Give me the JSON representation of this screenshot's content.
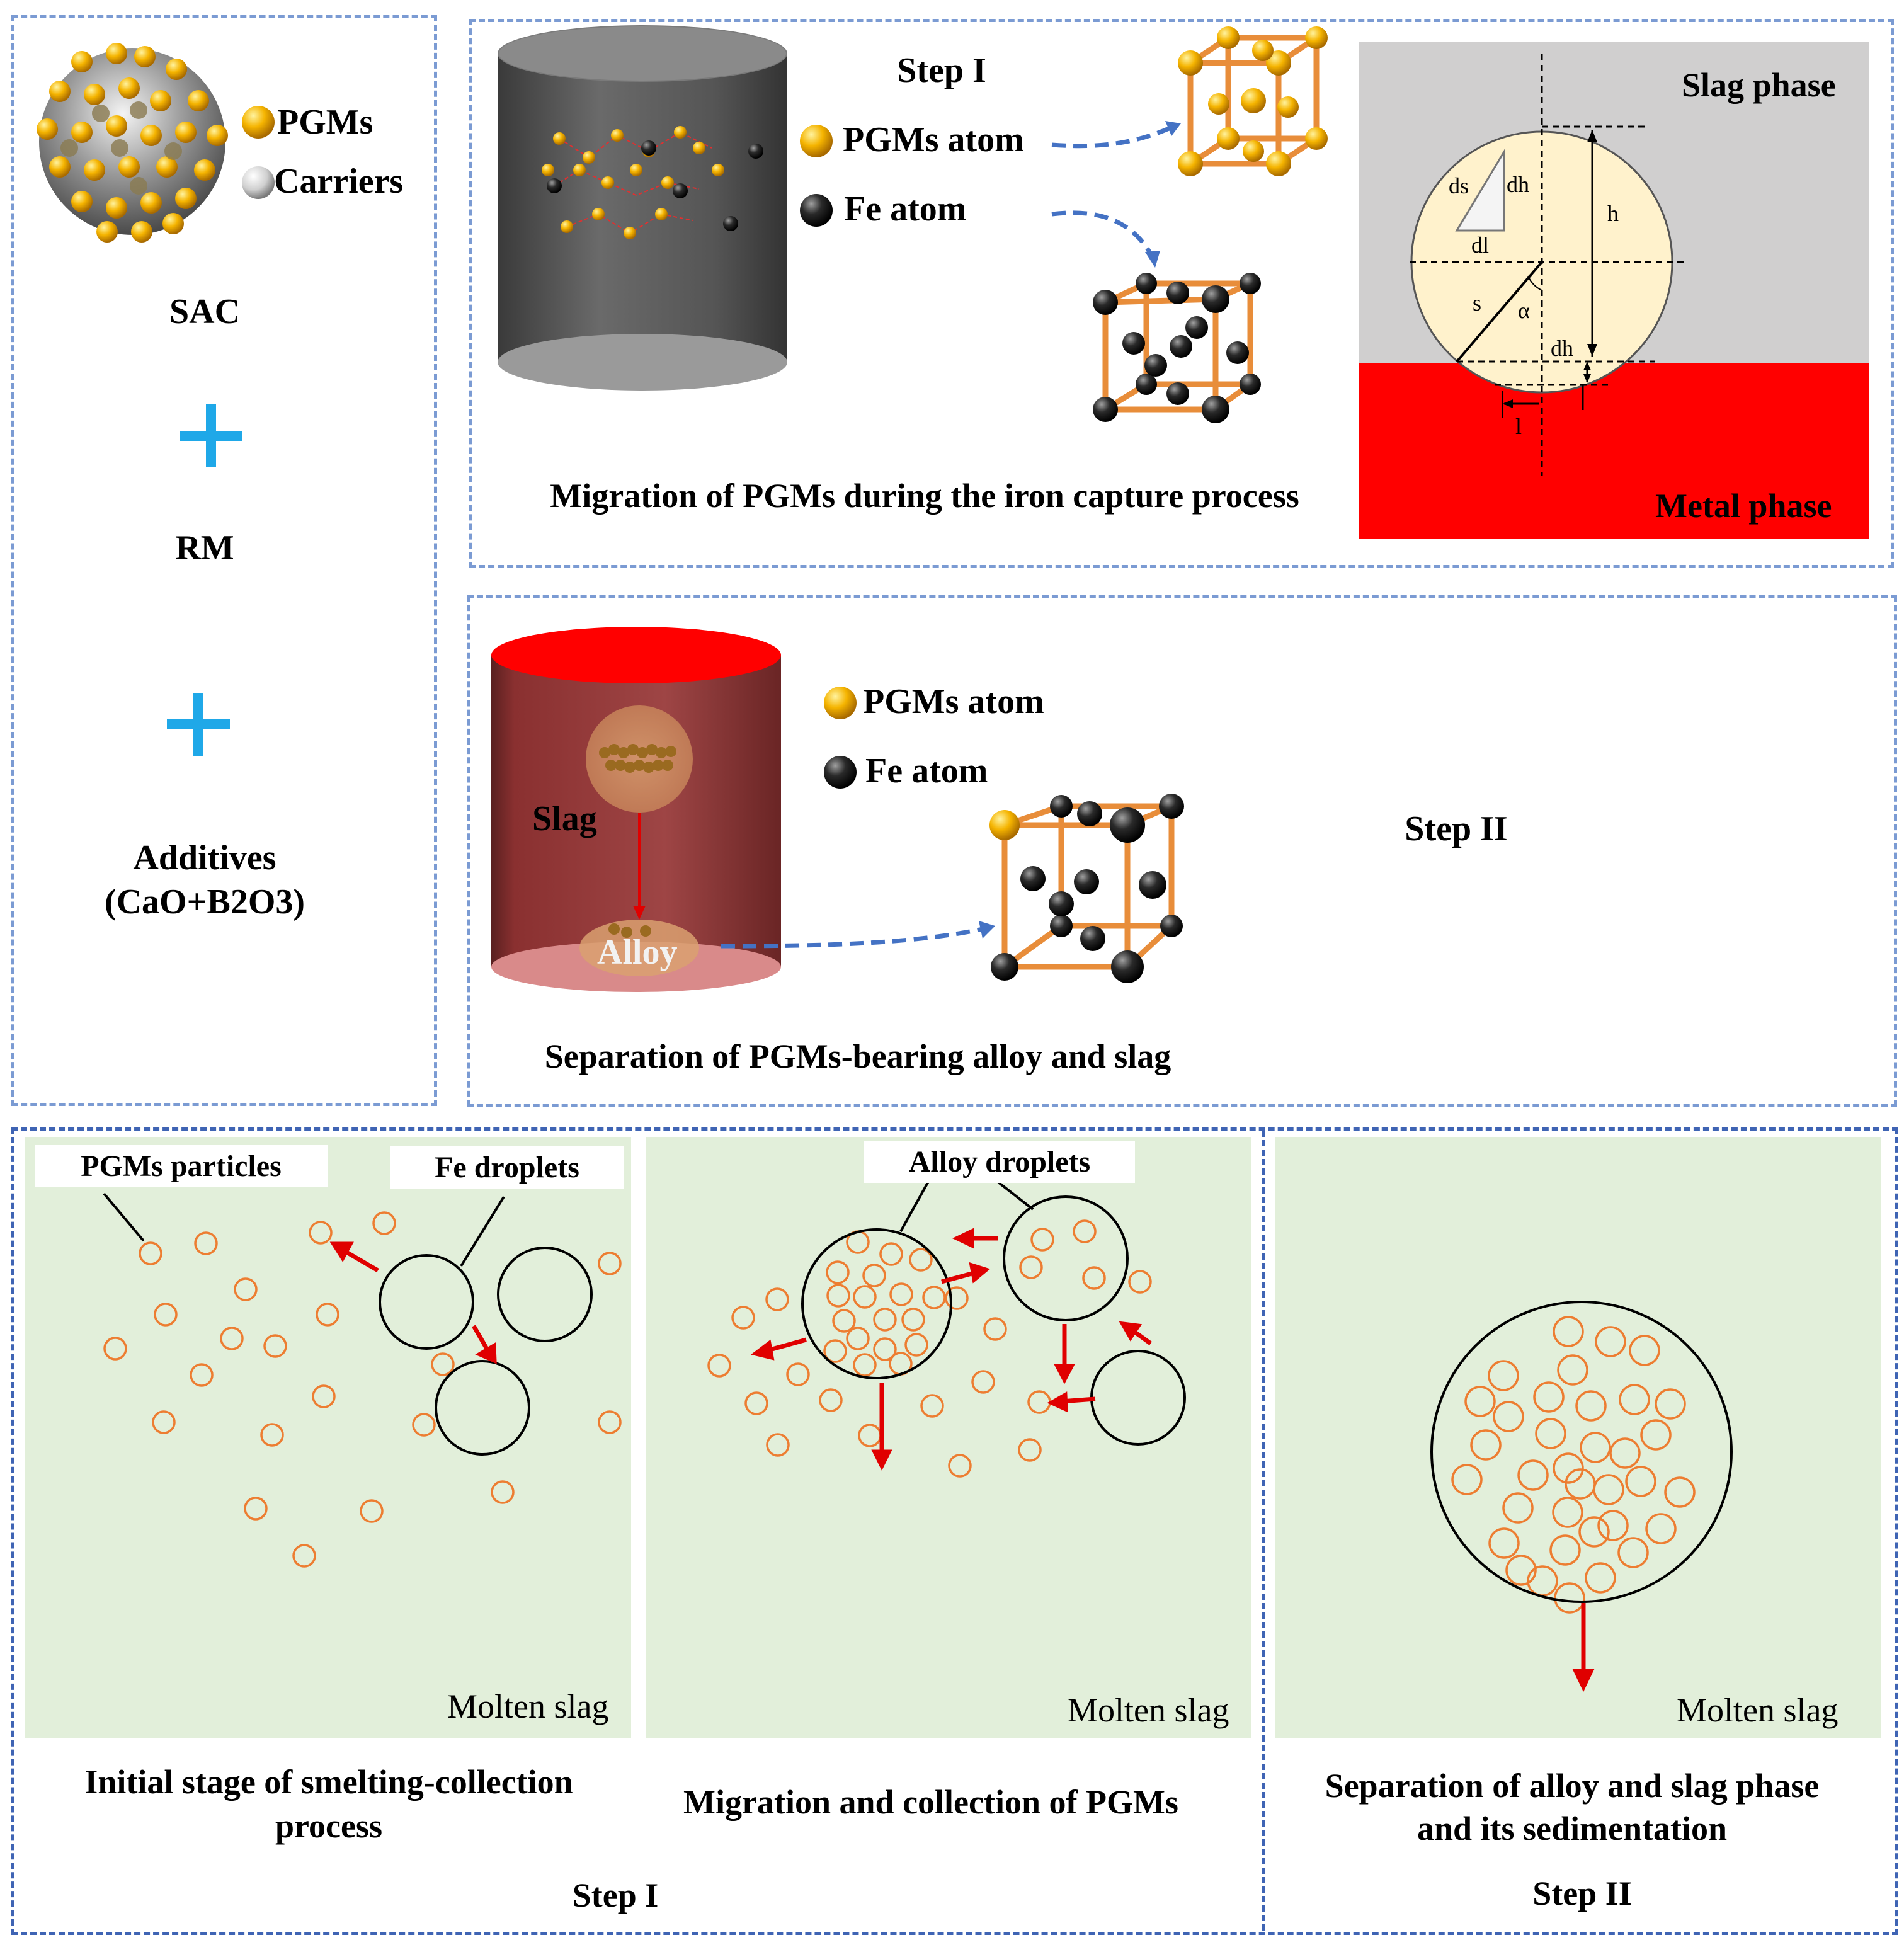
{
  "left_panel": {
    "legend_pgms": "PGMs",
    "legend_carriers": "Carriers",
    "sac": "SAC",
    "rm": "RM",
    "additives_line1": "Additives",
    "additives_line2": "(CaO+B2O3)",
    "plus_color": "#1fa8e8"
  },
  "top_right": {
    "step": "Step I",
    "pgms_atom": "PGMs atom",
    "fe_atom": "Fe atom",
    "caption": "Migration of PGMs during the iron capture process",
    "slag_phase": "Slag phase",
    "metal_phase": "Metal phase",
    "geom_labels": {
      "ds": "ds",
      "dh": "dh",
      "dl": "dl",
      "h": "h",
      "s": "s",
      "alpha": "α",
      "dh2": "dh",
      "l": "l"
    },
    "colors": {
      "slag": "#d0cfcf",
      "metal": "#ff0000",
      "droplet": "#fff2cc"
    }
  },
  "middle_right": {
    "pgms_atom": "PGMs atom",
    "fe_atom": "Fe atom",
    "slag": "Slag",
    "alloy": "Alloy",
    "step": "Step II",
    "caption": "Separation of PGMs-bearing alloy and slag"
  },
  "bottom": {
    "panel1": {
      "pgms_particles": "PGMs particles",
      "fe_droplets": "Fe droplets",
      "molten_slag": "Molten slag",
      "caption_line1": "Initial stage of smelting-collection",
      "caption_line2": "process"
    },
    "panel2": {
      "alloy_droplets": "Alloy droplets",
      "molten_slag": "Molten slag",
      "caption": "Migration and collection of PGMs"
    },
    "panel3": {
      "molten_slag": "Molten slag",
      "caption_line1": "Separation of alloy and slag phase",
      "caption_line2": "and its sedimentation"
    },
    "step1": "Step I",
    "step2": "Step II",
    "colors": {
      "background": "#e2efda",
      "particle": "#ed7d31",
      "arrow": "#e00000"
    }
  }
}
